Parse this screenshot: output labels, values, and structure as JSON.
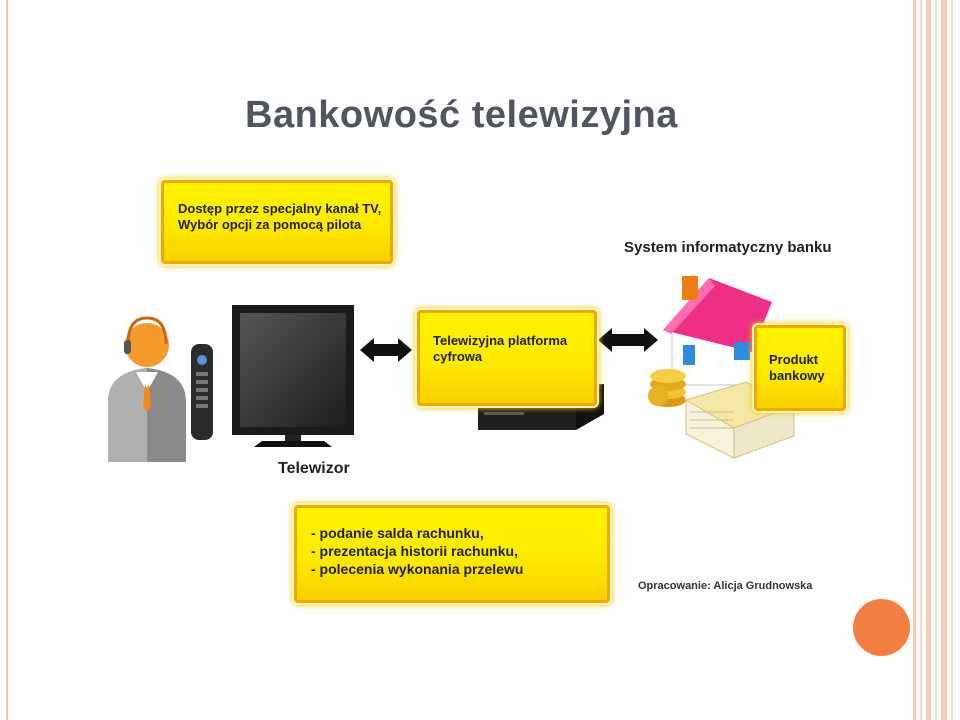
{
  "slide": {
    "title": "Bankowość telewizyjna"
  },
  "diagram": {
    "access_box": {
      "line1": "Dostęp przez specjalny kanał TV,",
      "line2": "Wybór opcji za pomocą pilota"
    },
    "system_label": "System informatyczny banku",
    "platform_box": {
      "line1": "Telewizyjna platforma",
      "line2": "cyfrowa"
    },
    "product_box": {
      "line1": "Produkt",
      "line2": "bankowy"
    },
    "tv_label": "Telewizor",
    "functions_box": {
      "items": [
        "- podanie salda rachunku,",
        "- prezentacja historii rachunku,",
        "- polecenia wykonania przelewu"
      ]
    },
    "credit": "Opracowanie: Alicja Grudnowska"
  },
  "colors": {
    "box_fill": "#ffee00",
    "box_border": "#f1a800",
    "title": "#4f5561",
    "accent_circle": "#f37f42"
  }
}
